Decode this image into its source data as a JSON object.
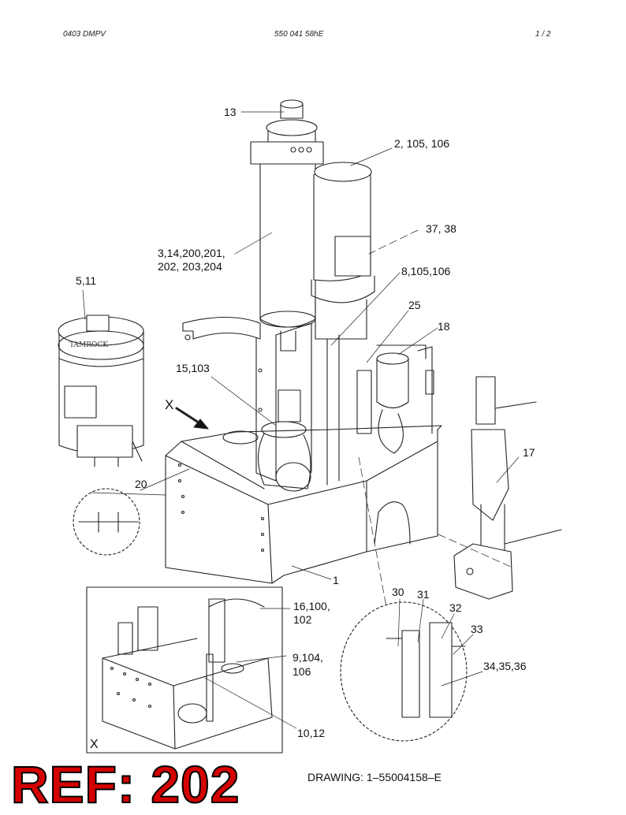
{
  "header": {
    "left": "0403  DMPV",
    "center": "550 041 58hE",
    "right": "1 /  2"
  },
  "brand_text": "TAMROCK",
  "labels": {
    "l13": "13",
    "l2": "2, 105, 106",
    "l37": "37, 38",
    "l3a": "3,14,200,201,",
    "l3b": "202, 203,204",
    "l8": "8,105,106",
    "l511": "5,11",
    "l25": "25",
    "l18": "18",
    "l15": "15,103",
    "lx": "X",
    "l17": "17",
    "l20": "20",
    "l1": "1",
    "l30": "30",
    "l31": "31",
    "l32": "32",
    "l33": "33",
    "l16a": "16,100,",
    "l16b": "102",
    "l9a": "9,104,",
    "l9b": "106",
    "l34": "34,35,36",
    "l10": "10,12",
    "lx2": "X"
  },
  "ref_label": "REF: 202",
  "drawing_number": "DRAWING: 1–55004158–E"
}
